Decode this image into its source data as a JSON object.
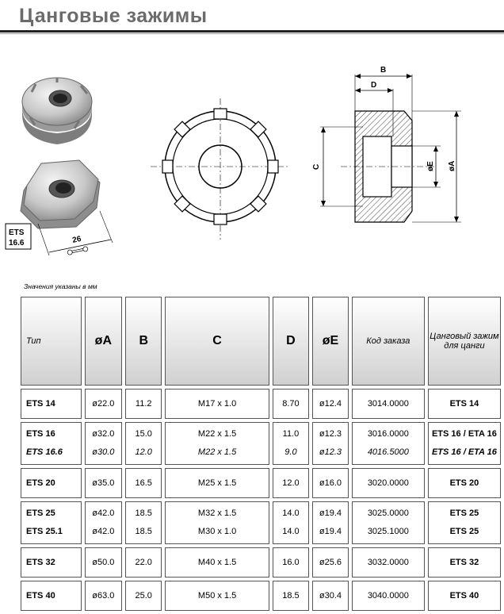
{
  "title": "Цанговые  зажимы",
  "drawing": {
    "badge_line1": "ETS",
    "badge_line2": "16.6",
    "wrench_size": "26",
    "dim_b": "B",
    "dim_d": "D",
    "dim_c": "C",
    "dim_e": "øE",
    "dim_a": "øA"
  },
  "units_note": "Значения указаны в мм",
  "table": {
    "headers": {
      "type": "Тип",
      "a": "øA",
      "b": "B",
      "c": "C",
      "d": "D",
      "e": "øE",
      "code": "Код заказа",
      "collet": "Цанговый зажим для цанги"
    },
    "rows": [
      {
        "type": [
          "ETS 14"
        ],
        "a": [
          "ø22.0"
        ],
        "b": [
          "11.2"
        ],
        "c": [
          "M17 x 1.0"
        ],
        "d": [
          "8.70"
        ],
        "e": [
          "ø12.4"
        ],
        "code": [
          "3014.0000"
        ],
        "collet": [
          "ETS 14"
        ]
      },
      {
        "type": [
          "ETS 16",
          "ETS 16.6"
        ],
        "a": [
          "ø32.0",
          "ø30.0"
        ],
        "b": [
          "15.0",
          "12.0"
        ],
        "c": [
          "M22 x 1.5",
          "M22 x 1.5"
        ],
        "d": [
          "11.0",
          "9.0"
        ],
        "e": [
          "ø12.3",
          "ø12.3"
        ],
        "code": [
          "3016.0000",
          "4016.5000"
        ],
        "collet": [
          "ETS 16 / ETA 16",
          "ETS 16 / ETA 16"
        ],
        "italic_second": true
      },
      {
        "type": [
          "ETS 20"
        ],
        "a": [
          "ø35.0"
        ],
        "b": [
          "16.5"
        ],
        "c": [
          "M25 x 1.5"
        ],
        "d": [
          "12.0"
        ],
        "e": [
          "ø16.0"
        ],
        "code": [
          "3020.0000"
        ],
        "collet": [
          "ETS 20"
        ]
      },
      {
        "type": [
          "ETS 25",
          "ETS 25.1"
        ],
        "a": [
          "ø42.0",
          "ø42.0"
        ],
        "b": [
          "18.5",
          "18.5"
        ],
        "c": [
          "M32 x 1.5",
          "M30 x 1.0"
        ],
        "d": [
          "14.0",
          "14.0"
        ],
        "e": [
          "ø19.4",
          "ø19.4"
        ],
        "code": [
          "3025.0000",
          "3025.1000"
        ],
        "collet": [
          "ETS 25",
          "ETS 25"
        ]
      },
      {
        "type": [
          "ETS 32"
        ],
        "a": [
          "ø50.0"
        ],
        "b": [
          "22.0"
        ],
        "c": [
          "M40 x 1.5"
        ],
        "d": [
          "16.0"
        ],
        "e": [
          "ø25.6"
        ],
        "code": [
          "3032.0000"
        ],
        "collet": [
          "ETS 32"
        ]
      },
      {
        "type": [
          "ETS 40"
        ],
        "a": [
          "ø63.0"
        ],
        "b": [
          "25.0"
        ],
        "c": [
          "M50 x 1.5"
        ],
        "d": [
          "18.5"
        ],
        "e": [
          "ø30.4"
        ],
        "code": [
          "3040.0000"
        ],
        "collet": [
          "ETS 40"
        ]
      }
    ]
  }
}
